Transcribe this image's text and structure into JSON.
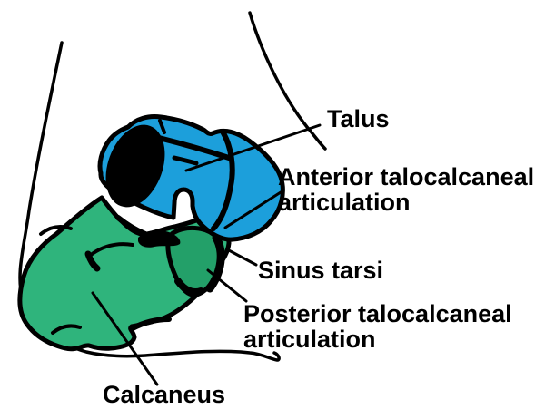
{
  "figure": {
    "background": "#FFFFFF",
    "colors": {
      "talus_fill": "#1C9FDB",
      "calcaneus_fill": "#2FB47C",
      "posterior_facet_fill": "#23A069",
      "ink": "#000000",
      "text": "#000000"
    },
    "labels": {
      "talus": "Talus",
      "anterior_line1": "Anterior talocalcaneal",
      "anterior_line2": "articulation",
      "sinus_tarsi": "Sinus tarsi",
      "posterior_line1": "Posterior talocalcaneal",
      "posterior_line2": "articulation",
      "calcaneus": "Calcaneus"
    }
  }
}
